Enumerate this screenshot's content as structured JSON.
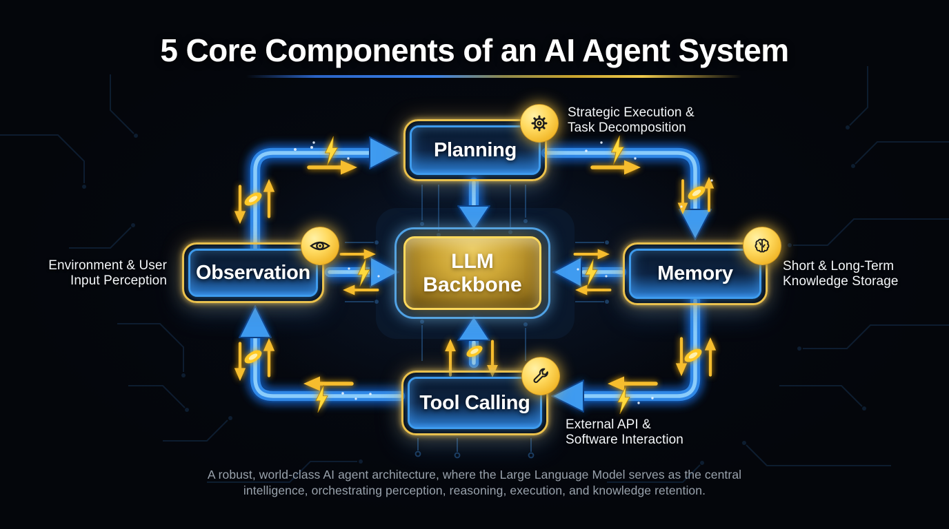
{
  "title": "5 Core Components of an AI Agent System",
  "nodes": {
    "planning": {
      "label": "Planning",
      "icon": "gear-icon",
      "annotation": {
        "line1": "Strategic Execution &",
        "line2": "Task Decomposition"
      }
    },
    "observation": {
      "label": "Observation",
      "icon": "eye-icon",
      "annotation": {
        "line1": "Environment & User",
        "line2": "Input Perception"
      }
    },
    "llm_backbone": {
      "label_line1": "LLM",
      "label_line2": "Backbone"
    },
    "memory": {
      "label": "Memory",
      "icon": "brain-icon",
      "annotation": {
        "line1": "Short & Long-Term",
        "line2": "Knowledge Storage"
      }
    },
    "tool_calling": {
      "label": "Tool Calling",
      "icon": "wrench-icon",
      "annotation": {
        "line1": "External API &",
        "line2": "Software Interaction"
      }
    }
  },
  "flow": {
    "outer_loop": [
      "Observation → Planning",
      "Planning → Memory",
      "Memory → Tool Calling",
      "Tool Calling → Observation"
    ],
    "center_links": [
      "Planning → LLM Backbone",
      "Observation → LLM Backbone",
      "Memory → LLM Backbone",
      "Tool Calling → LLM Backbone"
    ]
  },
  "caption": {
    "line1": "A robust, world-class AI agent architecture, where the Large Language Model serves as the central",
    "line2": "intelligence, orchestrating perception, reasoning, execution, and knowledge retention."
  },
  "colors": {
    "background": "#04060b",
    "accent_blue": "#2f87e6",
    "accent_gold": "#f4c445",
    "lightning_yellow": "#ffd93e",
    "text_primary": "#ffffff",
    "text_muted": "#99a2ac"
  }
}
